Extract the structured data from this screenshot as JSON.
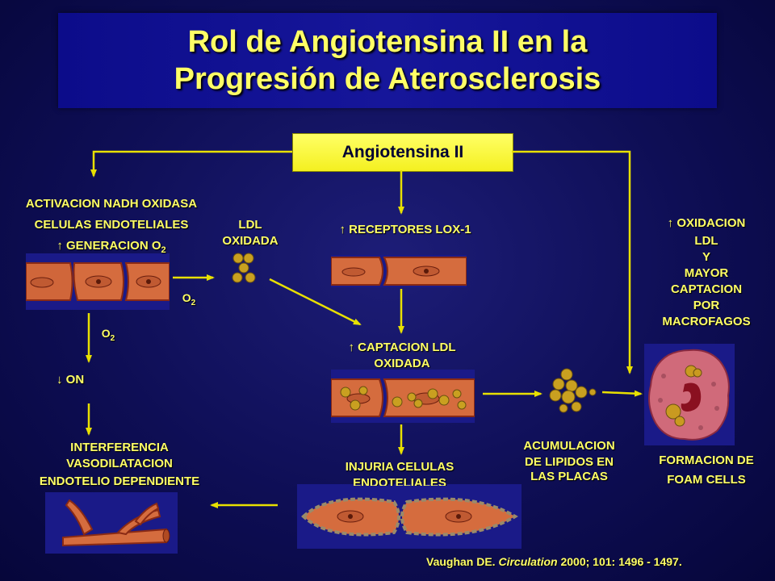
{
  "title": {
    "line1": "Rol de Angiotensina II en la",
    "line2": "Progresión de Aterosclerosis"
  },
  "central": "Angiotensina II",
  "labels": {
    "nadh_line1": "ACTIVACION NADH OXIDASA",
    "nadh_line2": "CELULAS ENDOTELIALES",
    "nadh_line3_prefix": " GENERACION O",
    "nadh_line3_sub": "2",
    "ldl_line1": "LDL",
    "ldl_line2": "OXIDADA",
    "o2_right": "O",
    "o2_right_sub": "2",
    "o2_down": "O",
    "o2_down_sub": "2",
    "down_on": " ON",
    "interf_line1": "INTERFERENCIA",
    "interf_line2": "VASODILATACION",
    "interf_line3": "ENDOTELIO DEPENDIENTE",
    "lox": " RECEPTORES LOX-1",
    "captacion_line1": " CAPTACION LDL",
    "captacion_line2": "OXIDADA",
    "injuria_line1": "INJURIA CELULAS",
    "injuria_line2": "ENDOTELIALES",
    "acum_line1": "ACUMULACION",
    "acum_line2": "DE LIPIDOS EN",
    "acum_line3": "LAS PLACAS",
    "oxid_line1": " OXIDACION",
    "oxid_line2": "LDL",
    "oxid_line3": "Y",
    "oxid_line4": "MAYOR",
    "oxid_line5": "CAPTACION",
    "oxid_line6": "POR",
    "oxid_line7": "MACROFAGOS",
    "foam_line1": "FORMACION DE",
    "foam_line2": "FOAM CELLS"
  },
  "citation": {
    "author": "Vaughan DE. ",
    "journal": "Circulation",
    "rest": "  2000; 101: 1496 - 1497."
  },
  "colors": {
    "text": "#ffff66",
    "arrow": "#e8e000",
    "box": "#ffff33",
    "background": "#0e0e55"
  }
}
